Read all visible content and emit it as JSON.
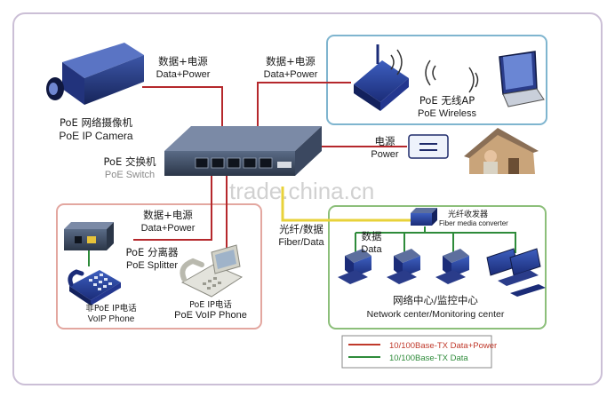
{
  "camera": {
    "label_cn": "PoE 网络摄像机",
    "label_en": "PoE IP Camera"
  },
  "switch": {
    "label_cn": "PoE 交换机",
    "label_en": "PoE Switch"
  },
  "wireless": {
    "label_cn": "PoE 无线AP",
    "label_en": "PoE Wireless"
  },
  "power": {
    "label_cn": "电源",
    "label_en": "Power"
  },
  "link_camera": {
    "label_cn": "数据+电源",
    "label_en": "Data+Power"
  },
  "link_ap": {
    "label_cn": "数据+电源",
    "label_en": "Data+Power"
  },
  "link_splitter": {
    "label_cn": "数据+电源",
    "label_en": "Data+Power"
  },
  "fiber": {
    "label_cn": "光纤/数据",
    "label_en": "Fiber/Data"
  },
  "converter": {
    "label_cn": "光纤收发器",
    "label_en": "Fiber media converter"
  },
  "splitter": {
    "label_cn": "PoE 分离器",
    "label_en": "PoE Splitter"
  },
  "voip_non": {
    "label_cn": "非PoE IP电话",
    "label_en": "VoIP Phone"
  },
  "voip_poe": {
    "label_cn": "PoE IP电话",
    "label_en": "PoE VoIP Phone"
  },
  "data": {
    "label_cn": "数据",
    "label_en": "Data"
  },
  "center": {
    "label_cn": "网络中心/监控中心",
    "label_en": "Network center/Monitoring center"
  },
  "legend": {
    "items": [
      {
        "label": "10/100Base-TX Data+Power",
        "color": "#c0392b"
      },
      {
        "label": "10/100Base-TX Data",
        "color": "#2e8b3a"
      }
    ]
  },
  "watermark": "trade.china.cn",
  "colors": {
    "data_power": "#b5282c",
    "data": "#2e8b3a",
    "fiber": "#e8d23a",
    "box_ap": "#7fb5cf",
    "box_splitter": "#e3a7a0",
    "box_center": "#8cbf7a"
  }
}
